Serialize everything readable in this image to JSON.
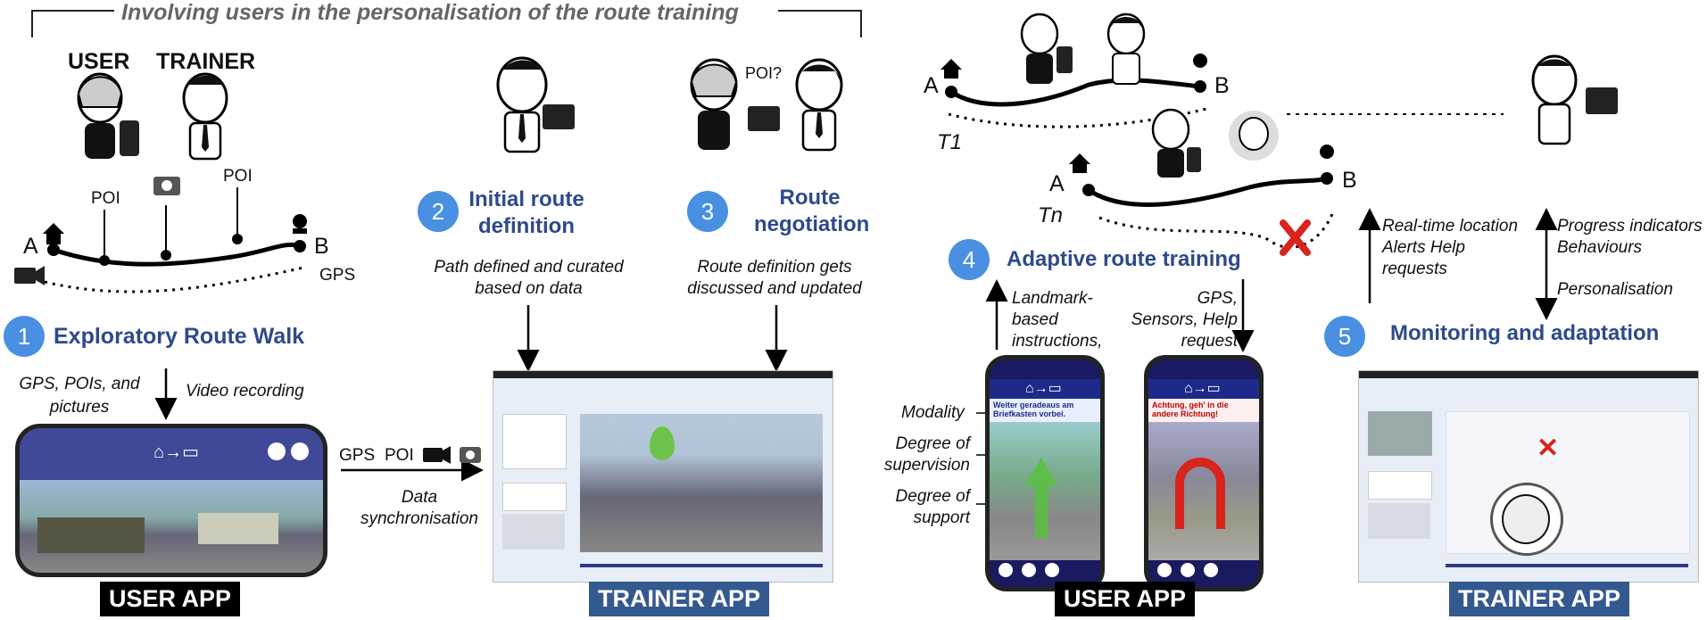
{
  "header_title": "Involving users in the personalisation of the route training",
  "roles": {
    "user": "USER",
    "trainer": "TRAINER"
  },
  "step1": {
    "num": "1",
    "title": "Exploratory Route Walk",
    "poi1": "POI",
    "poi2": "POI",
    "gps": "GPS",
    "a": "A",
    "b": "B",
    "inputs_left": "GPS, POIs, and pictures",
    "inputs_right": "Video recording",
    "app": "USER APP"
  },
  "step2": {
    "num": "2",
    "title": "Initial route definition",
    "desc": "Path defined and curated based on data"
  },
  "step3": {
    "num": "3",
    "title": "Route negotiation",
    "poi_q": "POI?",
    "desc": "Route definition gets discussed and updated"
  },
  "sync": {
    "gps": "GPS",
    "poi": "POI",
    "label": "Data synchronisation"
  },
  "trainer_app_1": "TRAINER APP",
  "step4": {
    "num": "4",
    "title": "Adaptive route training",
    "t1": "T1",
    "tn": "Tn",
    "a1": "A",
    "b1": "B",
    "a2": "A",
    "b2": "B",
    "up_label": "Landmark-based instructions, Alerts",
    "down_label": "GPS, Sensors, Help request",
    "modality": "Modality",
    "supervision": "Degree of supervision",
    "support": "Degree of support",
    "app": "USER APP",
    "phone1_msg": "Weiter geradeaus am Briefkasten vorbei.",
    "phone2_msg": "Achtung, geh' in die andere Richtung!"
  },
  "step5": {
    "num": "5",
    "title": "Monitoring and adaptation",
    "up_label": "Real-time location Alerts Help requests",
    "right_label": "Progress indicators Behaviours",
    "down_label": "Personalisation",
    "app": "TRAINER APP"
  },
  "colors": {
    "accent_blue": "#4a90e2",
    "title_blue": "#2e4a8c",
    "badge_blue": "#34598f",
    "red_cross": "#d9231d"
  }
}
